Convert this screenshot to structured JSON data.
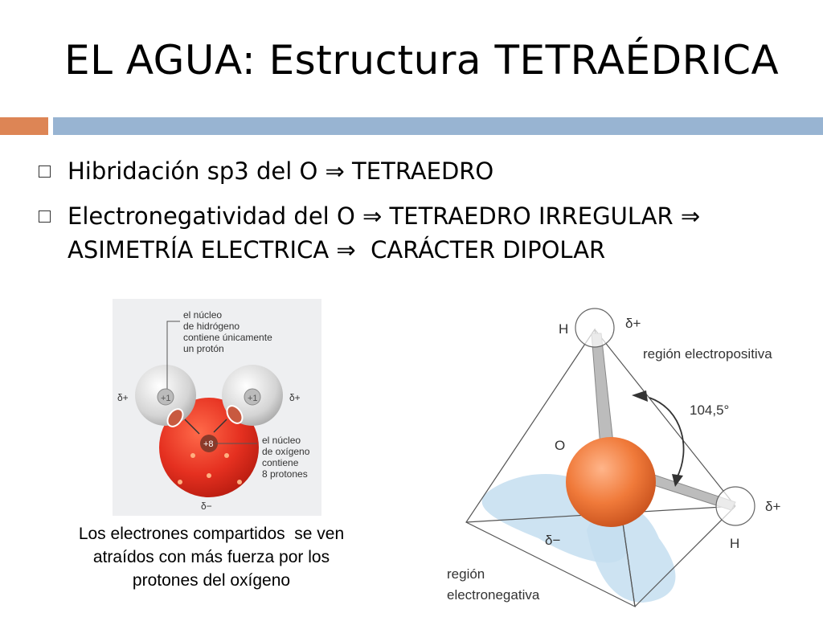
{
  "title": "EL AGUA: Estructura TETRAÉDRICA",
  "bullets": [
    {
      "before": "Hibridación sp3 del O ",
      "arrow1": "⇒",
      "after": " TETRAEDRO"
    },
    {
      "before": "Electronegatividad del O ",
      "arrow1": "⇒",
      "mid": " TETRAEDRO IRREGULAR ",
      "arrow2": "⇒",
      "line2a": "ASIMETRÍA ELECTRICA ",
      "arrow3": "⇒",
      "line2b": "  CARÁCTER DIPOLAR"
    }
  ],
  "figure_left": {
    "h_note": [
      "el núcleo",
      "de hidrógeno",
      "contiene únicamente",
      "un protón"
    ],
    "o_note": [
      "el núcleo",
      "de oxígeno",
      "contiene",
      "8 protones"
    ],
    "h_charge": "+1",
    "o_charge": "+8",
    "delta_plus": "δ+",
    "delta_minus": "δ−"
  },
  "caption": [
    "Los electrones compartidos  se ven",
    "atraídos con más fuerza por los",
    "protones del oxígeno"
  ],
  "figure_right": {
    "h_label": "H",
    "o_label": "O",
    "delta_plus": "δ+",
    "delta_minus": "δ−",
    "angle": "104,5°",
    "positive_region": "región electropositiva",
    "negative_region": [
      "región",
      "electronegativa"
    ]
  },
  "colors": {
    "accent_orange": "#dd8555",
    "accent_blue": "#98b4d2",
    "oxygen": "#e03322",
    "sphere_orange": "#f07a3a"
  }
}
